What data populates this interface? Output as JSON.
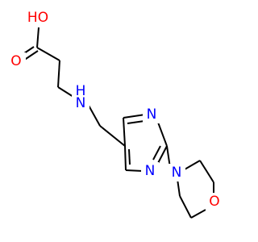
{
  "molecule": {
    "atoms": {
      "hydroxyl_oxygen": "HO",
      "carbonyl_oxygen": "O",
      "amine_nitrogen": "H\nN",
      "amine_nitrogen_h": "H",
      "amine_nitrogen_n": "N",
      "pyrimidine_n1": "N",
      "pyrimidine_n3": "N",
      "morpholine_nitrogen": "N",
      "morpholine_oxygen": "O"
    }
  },
  "colors": {
    "bond": "#000000",
    "oxygen": "#ff0000",
    "nitrogen": "#0000ff",
    "background": "#ffffff"
  }
}
